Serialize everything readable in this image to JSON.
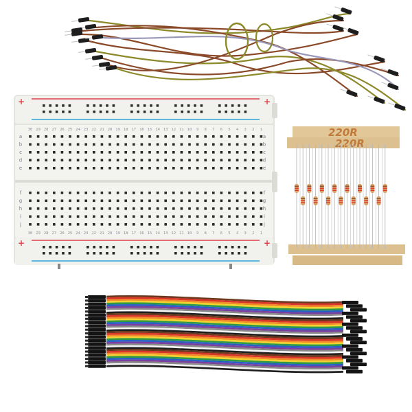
{
  "scene": {
    "colors": {
      "background": "#ffffff",
      "board": "#eeeeea",
      "board_shadow": "#c9c9c3",
      "hole": "#2a2a2a",
      "rail_red": "#e0414a",
      "rail_blue": "#2aa3d8",
      "tape": "#d8b98a",
      "resistor_body": "#d9a36a",
      "jumper_brown": "#8a4a2a",
      "jumper_olive": "#8c8a2a"
    },
    "breadboard": {
      "rail_sign_plus": "+",
      "rail_sign_minus": "-",
      "column_numbers_top": [
        "30",
        "29",
        "28",
        "27",
        "26",
        "25",
        "24",
        "23",
        "22",
        "21",
        "20",
        "19",
        "18",
        "17",
        "16",
        "15",
        "14",
        "13",
        "12",
        "11",
        "10",
        "9",
        "8",
        "7",
        "6",
        "5",
        "4",
        "3",
        "2",
        "1"
      ],
      "row_letters_top": [
        "a",
        "b",
        "c",
        "d",
        "e"
      ],
      "row_letters_bottom": [
        "f",
        "g",
        "h",
        "i",
        "j"
      ]
    },
    "resistor_tape": {
      "label_front": "220R",
      "label_back": "220R"
    },
    "ribbon_cable": {
      "wire_colors": [
        "#6b3a1e",
        "#d9352b",
        "#f08a2a",
        "#f2d22e",
        "#2e9a45",
        "#2a5fc4",
        "#7b3fa0",
        "#8a8a8a",
        "#f4f4f4",
        "#1e1e1e"
      ]
    }
  }
}
